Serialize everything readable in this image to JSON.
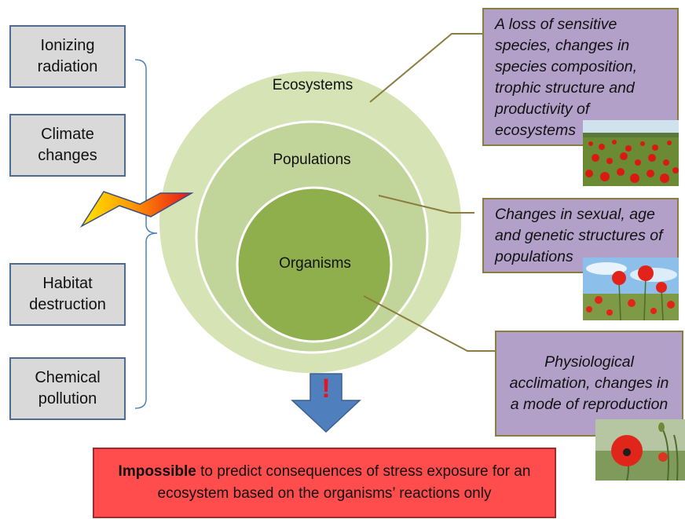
{
  "stressors": [
    {
      "label": "Ionizing\nradiation"
    },
    {
      "label": "Climate\nchanges"
    },
    {
      "label": "Habitat\ndestruction"
    },
    {
      "label": "Chemical\npollution"
    }
  ],
  "levels": {
    "ecosystems": "Ecosystems",
    "populations": "Populations",
    "organisms": "Organisms"
  },
  "effects": {
    "ecosystems": "A loss of sensitive species, changes in species composition, trophic structure and productivity of ecosystems",
    "populations": "Changes in sexual, age and genetic structures of populations",
    "organisms": "Physiological acclimation, changes in a mode of reproduction"
  },
  "warning_symbol": "!",
  "conclusion": {
    "bold": "Impossible",
    "rest": " to predict consequences of stress exposure for an ecosystem based on the organisms’ reactions only"
  },
  "colors": {
    "outer_circle": "#d6e3b5",
    "middle_circle": "#c1d59a",
    "inner_circle": "#8faf4d",
    "effect_box": "#b2a0c9",
    "stressor_box": "#d9d9d9",
    "arrow": "#4f80bd",
    "conclusion_box": "#ff4d4d"
  },
  "icons": [
    "lightning-bolt-icon",
    "down-arrow-icon",
    "poppy-field-photo",
    "poppy-sky-photo",
    "poppy-closeup-photo"
  ]
}
